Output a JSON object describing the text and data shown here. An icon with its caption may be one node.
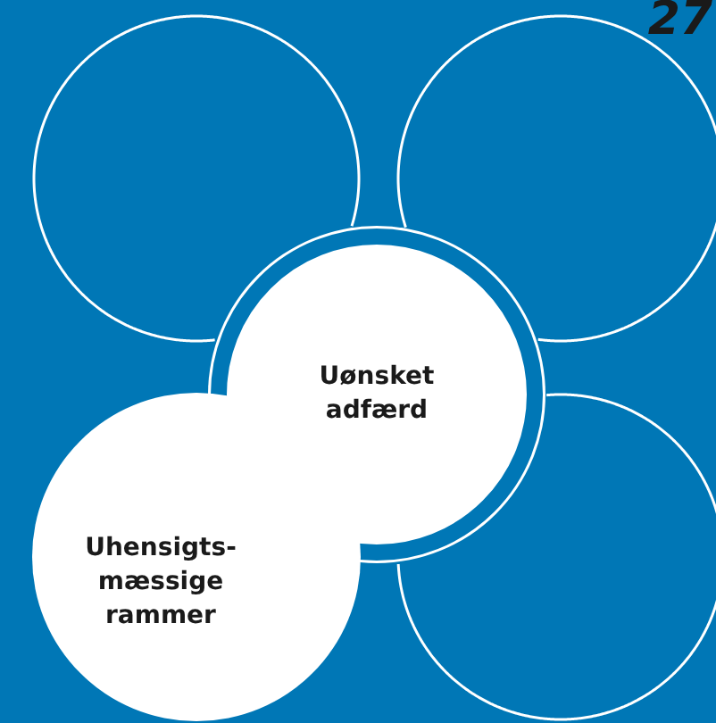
{
  "diagram": {
    "nodes": [
      {
        "text": [],
        "shape": "circle"
      },
      {
        "text": [],
        "shape": "circle"
      },
      {
        "text": [
          "Uønsket adfærd"
        ]
      },
      {
        "text": [
          "Uhensigts-mæssige rammer"
        ]
      },
      {
        "text": [],
        "shape": "circle"
      }
    ],
    "edges": [],
    "labels": [
      "27"
    ]
  }
}
